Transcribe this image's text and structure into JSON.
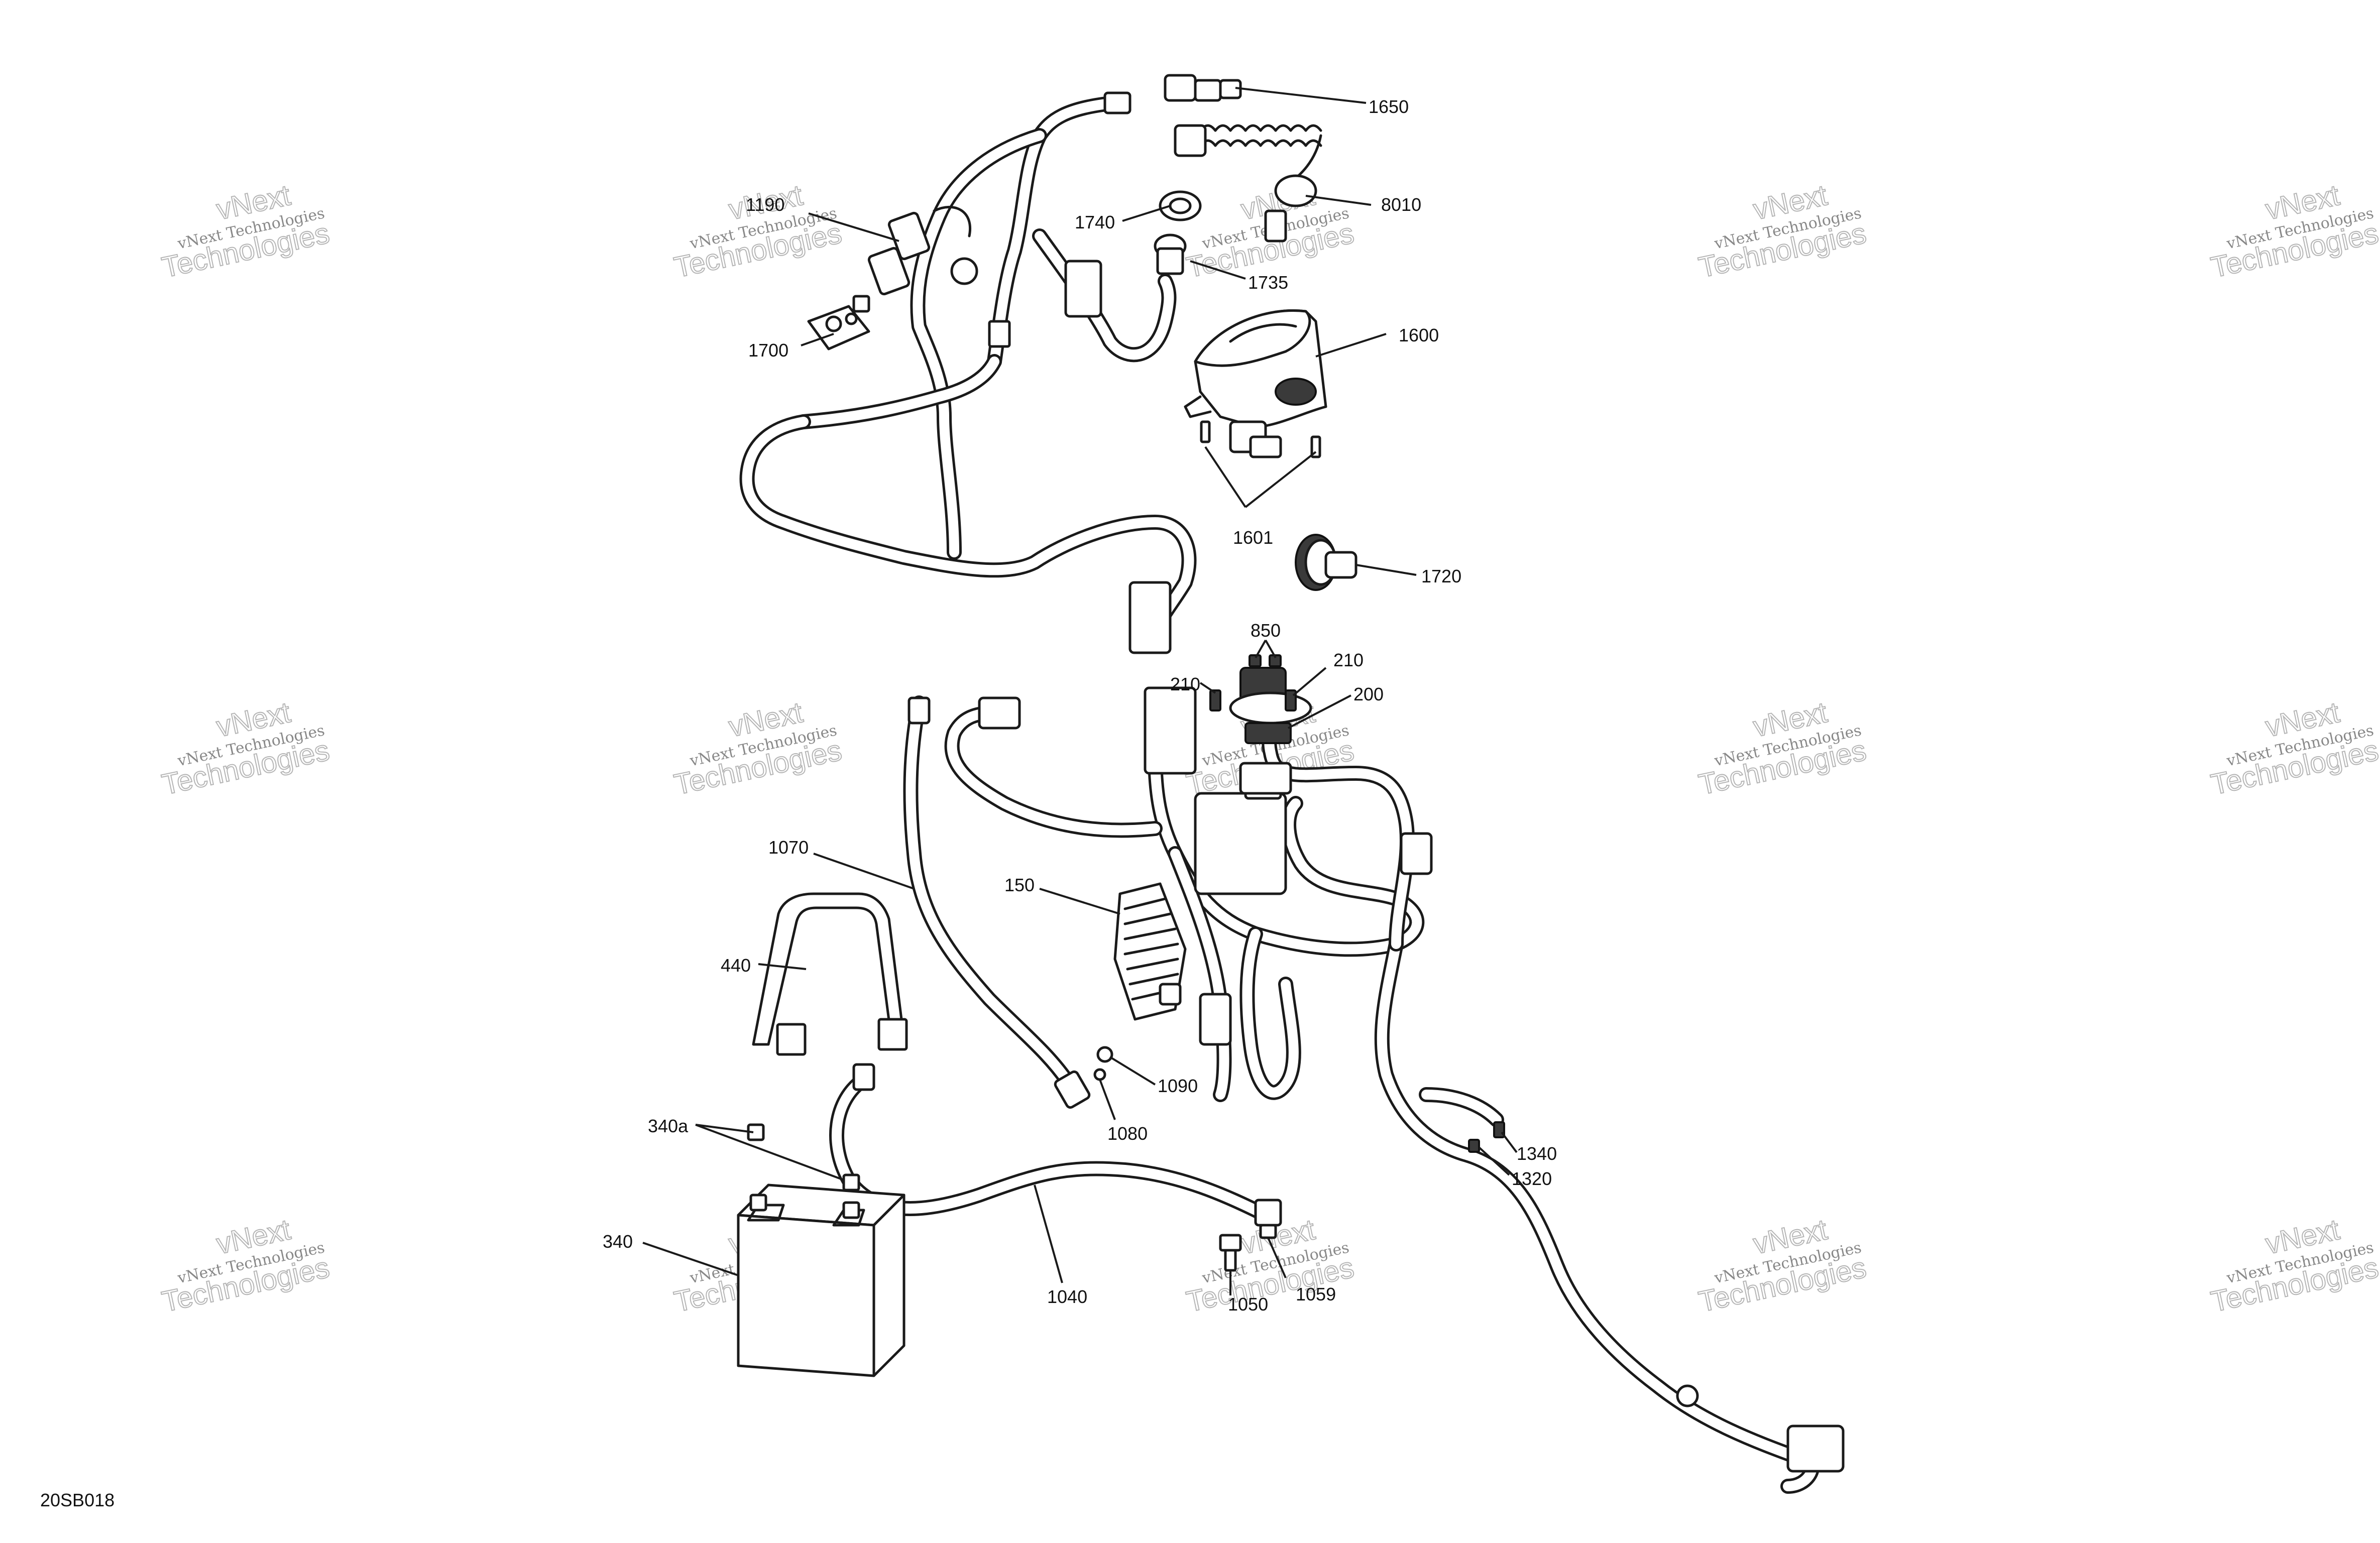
{
  "drawing_code": "20SB018",
  "watermark": {
    "line1": "vNext Technologies",
    "line2": "vNext",
    "line3": "Technologies"
  },
  "callouts": {
    "c1650": "1650",
    "c8010": "8010",
    "c1740": "1740",
    "c1735": "1735",
    "c1190": "1190",
    "c1700": "1700",
    "c1600": "1600",
    "c1601": "1601",
    "c1720": "1720",
    "c850": "850",
    "c210a": "210",
    "c210b": "210",
    "c200": "200",
    "c1070": "1070",
    "c150": "150",
    "c440": "440",
    "c1090": "1090",
    "c1080": "1080",
    "c340a": "340a",
    "c340": "340",
    "c1040": "1040",
    "c1050": "1050",
    "c1059": "1059",
    "c1340": "1340",
    "c1320": "1320"
  }
}
